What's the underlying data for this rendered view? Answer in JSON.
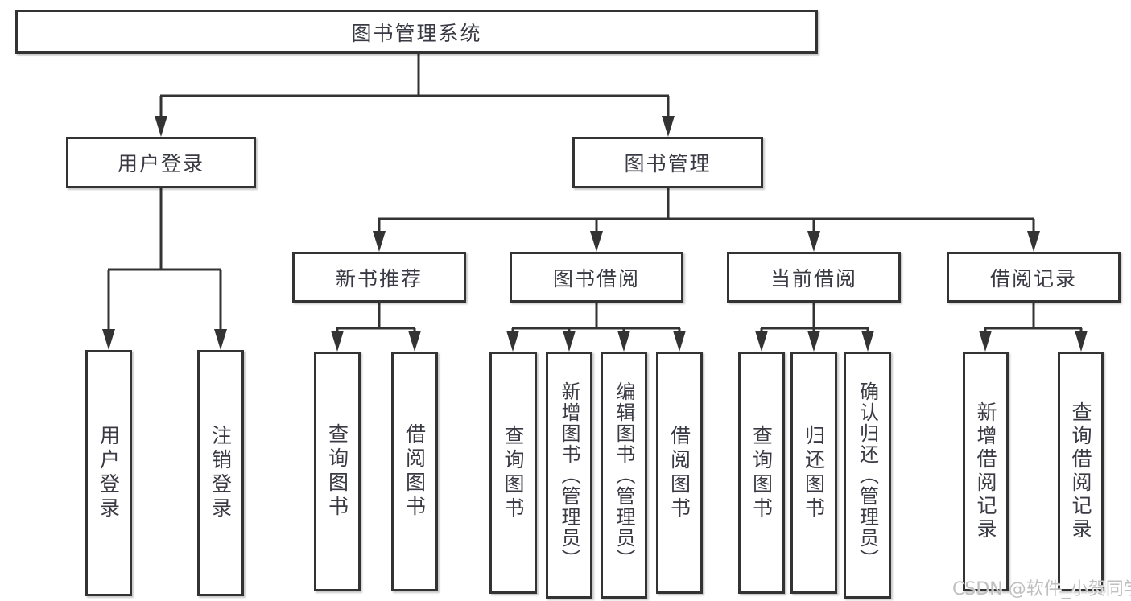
{
  "diagram_title": "图书管理系统",
  "nodes": {
    "root": {
      "label": "图书管理系统"
    },
    "level2": {
      "user_login": {
        "label": "用户登录"
      },
      "book_mgmt": {
        "label": "图书管理"
      }
    },
    "level3": {
      "new_book_rec": {
        "label": "新书推荐"
      },
      "book_borrow": {
        "label": "图书借阅"
      },
      "current_borrow": {
        "label": "当前借阅"
      },
      "borrow_record": {
        "label": "借阅记录"
      }
    },
    "level4": {
      "under_user_login": {
        "login": {
          "label": "用户登录"
        },
        "logout": {
          "label": "注销登录"
        }
      },
      "under_new_book_rec": {
        "query_books": {
          "label": "查询图书"
        },
        "borrow_books": {
          "label": "借阅图书"
        }
      },
      "under_book_borrow": {
        "query_books": {
          "label": "查询图书"
        },
        "add_books": {
          "label": "新增图书（管理员）"
        },
        "edit_books": {
          "label": "编辑图书（管理员）"
        },
        "borrow_books": {
          "label": "借阅图书"
        }
      },
      "under_current_borrow": {
        "query_books": {
          "label": "查询图书"
        },
        "return_books": {
          "label": "归还图书"
        },
        "confirm_return": {
          "label": "确认归还（管理员）"
        }
      },
      "under_borrow_record": {
        "add_record": {
          "label": "新增借阅记录"
        },
        "query_record": {
          "label": "查询借阅记录"
        }
      }
    }
  },
  "watermark": {
    "text": "CSDN @软件_小贺同学"
  },
  "colors": {
    "background": "#ffffff",
    "line": "#333333",
    "box_border": "#333333",
    "text": "#3a3a44",
    "watermark": "#bfbfbf"
  }
}
